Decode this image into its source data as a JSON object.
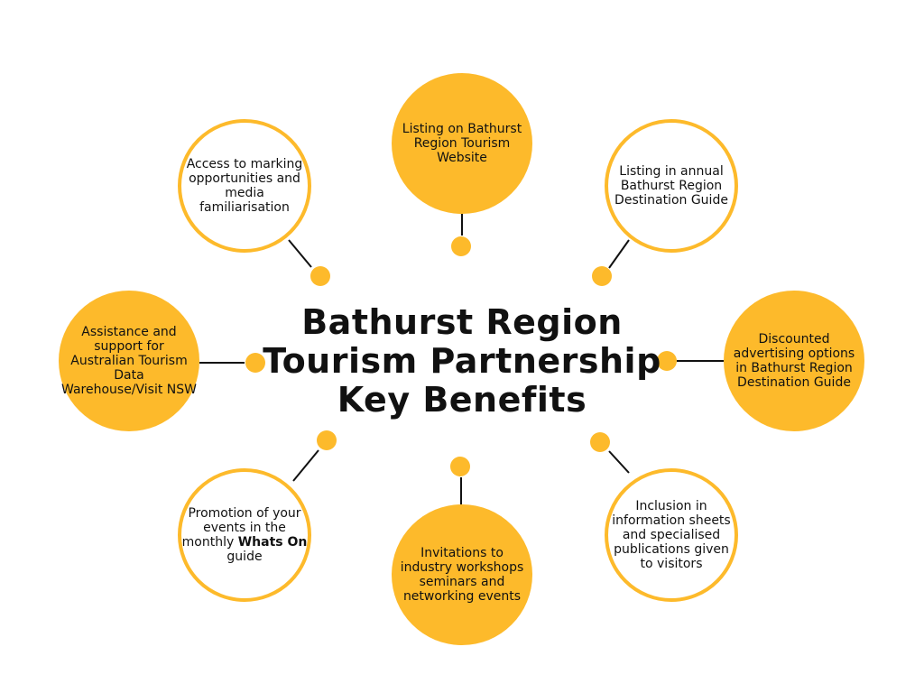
{
  "title": {
    "line1": "Bathurst Region",
    "line2": "Tourism Partnership",
    "line3": "Key Benefits"
  },
  "colors": {
    "accent": "#FDBA2B",
    "ring_fill": "#ffffff",
    "line": "#111111",
    "text": "#111111"
  },
  "benefits": [
    {
      "id": "website-listing",
      "style": "filled",
      "text": "Listing on Bathurst Region Tourism Website"
    },
    {
      "id": "destination-guide-listing",
      "style": "ring",
      "text": "Listing in annual Bathurst Region Destination Guide"
    },
    {
      "id": "discounted-advertising",
      "style": "filled",
      "text": "Discounted advertising options in Bathurst Region Destination Guide"
    },
    {
      "id": "information-sheets",
      "style": "ring",
      "text": "Inclusion in information sheets and specialised publications given to visitors"
    },
    {
      "id": "industry-invitations",
      "style": "filled",
      "text": "Invitations to industry workshops seminars and networking events"
    },
    {
      "id": "events-promotion",
      "style": "ring",
      "text_before": "Promotion of your events in the monthly ",
      "text_bold": "Whats On",
      "text_after": " guide"
    },
    {
      "id": "atdw-assistance",
      "style": "filled",
      "text": "Assistance and support for Australian Tourism Data Warehouse/Visit NSW"
    },
    {
      "id": "marketing-access",
      "style": "ring",
      "text": "Access to marking opportunities and media familiarisation"
    }
  ]
}
